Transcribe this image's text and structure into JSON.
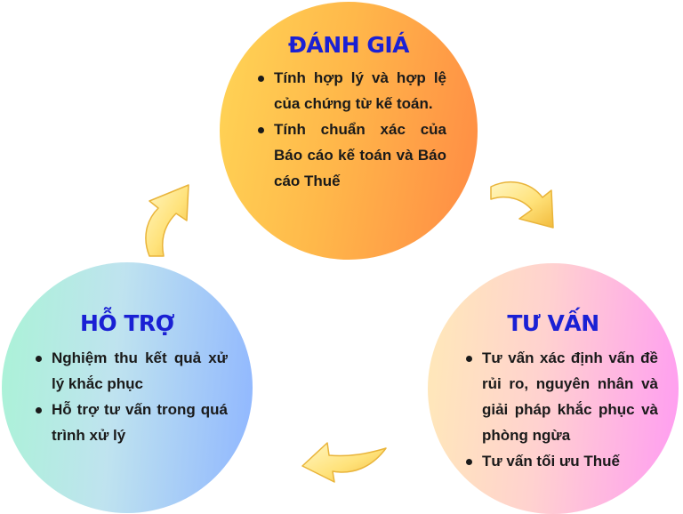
{
  "evaluate": {
    "title": "ĐÁNH GIÁ",
    "items": [
      "Tính hợp lý và hợp lệ của chứng từ kế toán.",
      "Tính chuẩn xác của Báo cáo kế toán và Báo cáo Thuế"
    ]
  },
  "consult": {
    "title": "TƯ VẤN",
    "items": [
      "Tư vấn xác định vấn đề rủi ro, nguyên nhân và giải pháp khắc phục và phòng ngừa",
      "Tư vấn tối ưu Thuế"
    ]
  },
  "support": {
    "title": "HỖ TRỢ",
    "items": [
      "Nghiệm thu kết quả xử lý khắc phục",
      "Hỗ trợ tư vấn trong quá trình xử lý"
    ]
  },
  "colors": {
    "title": "#1a20d4",
    "arrow_light": "#fff3b0",
    "arrow_dark": "#f5c545"
  }
}
